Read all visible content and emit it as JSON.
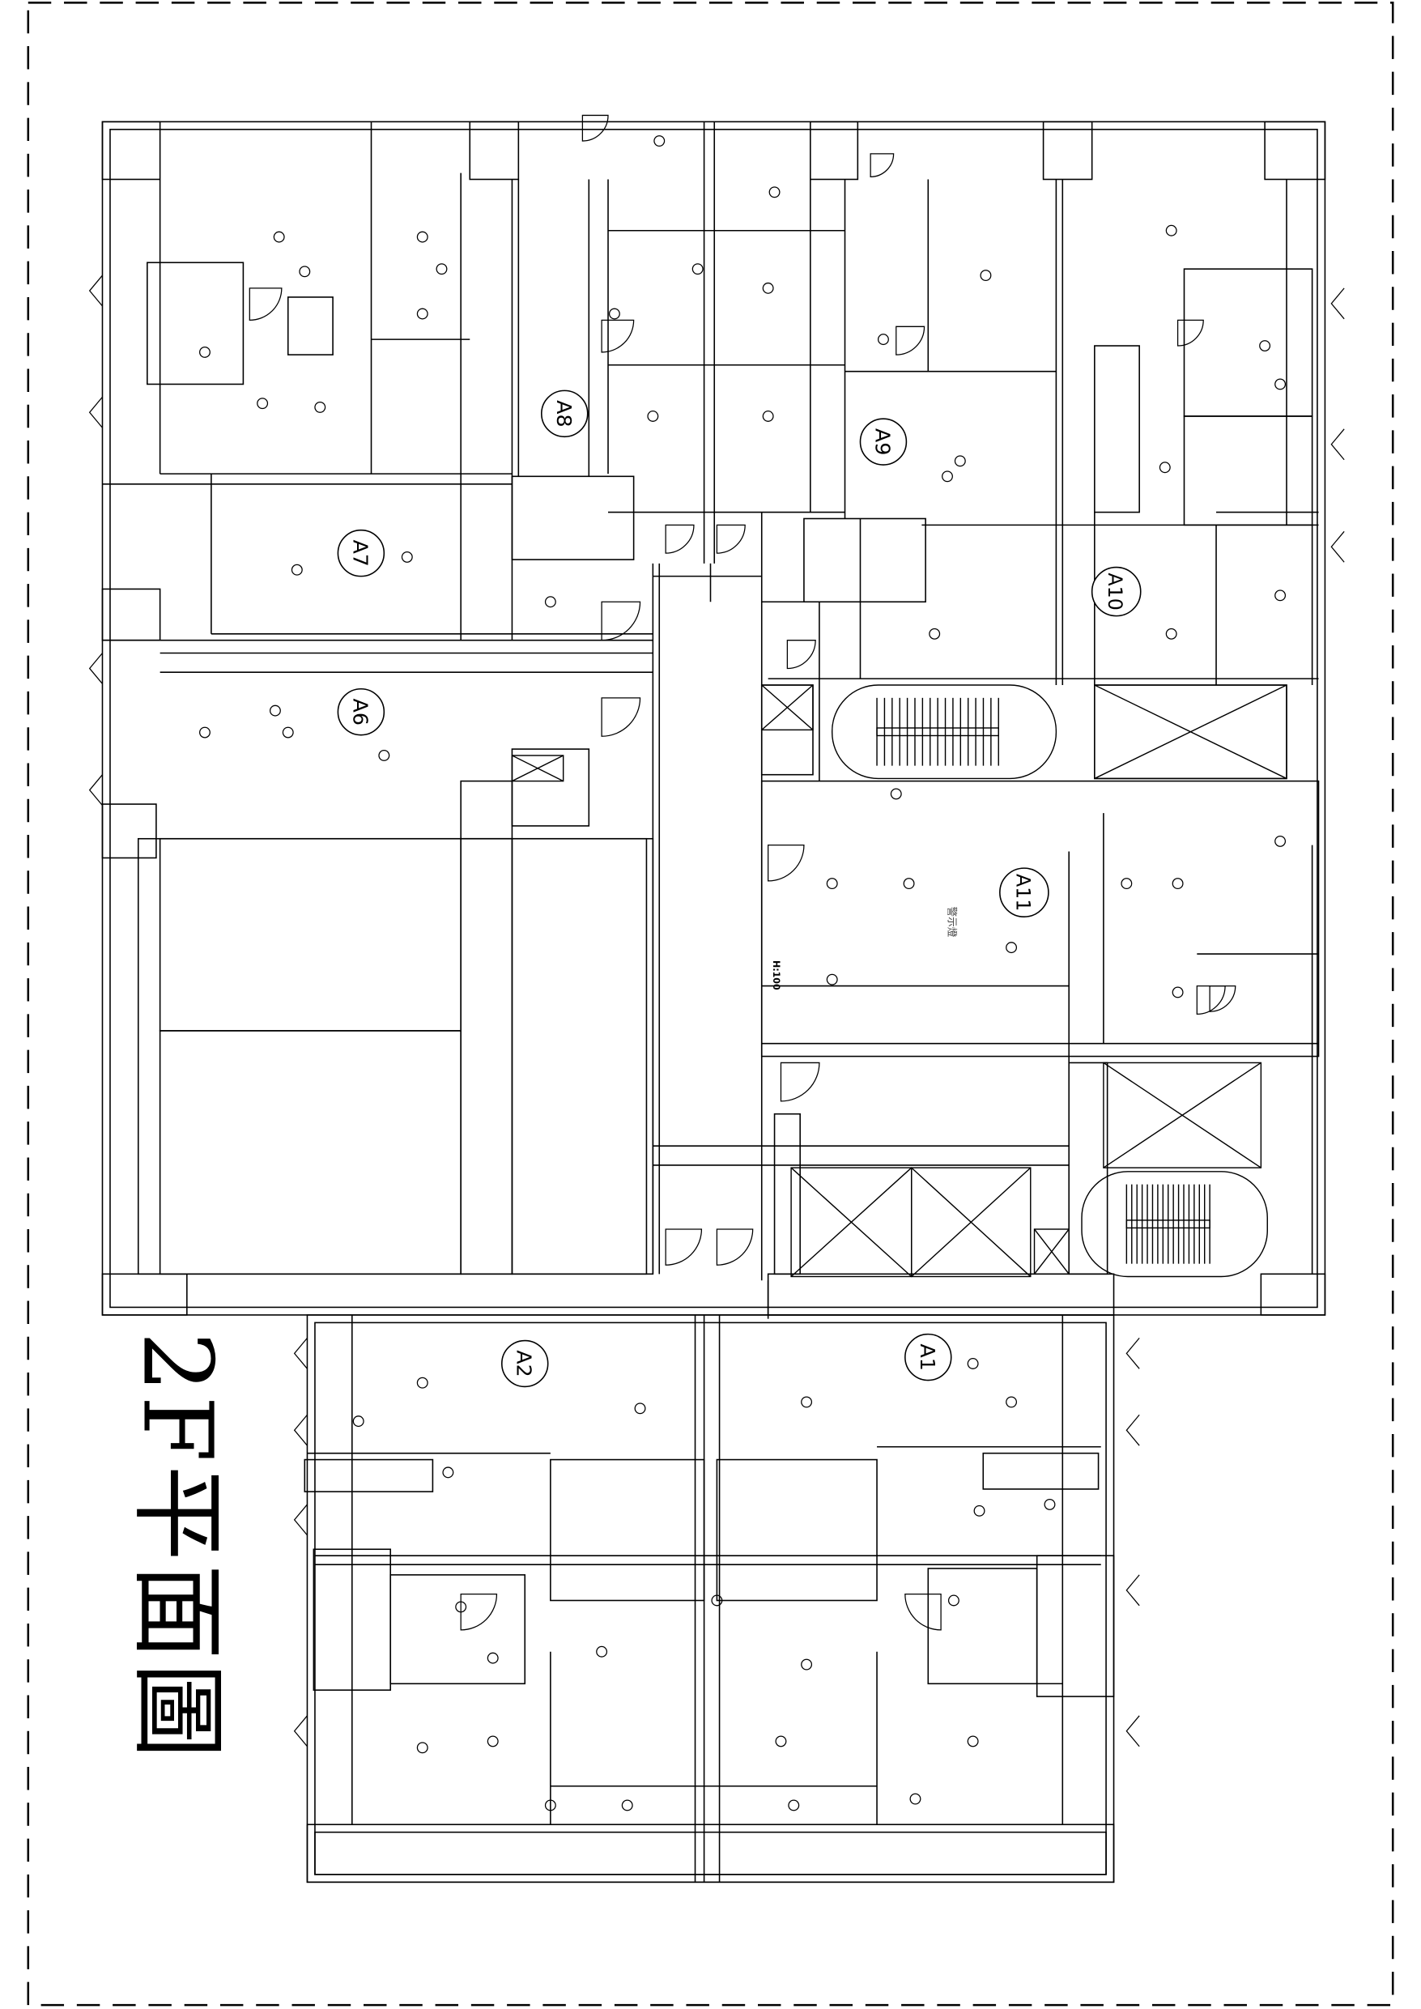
{
  "drawing": {
    "title": "2F平面圖",
    "units": [
      {
        "label": "A7"
      },
      {
        "label": "A6"
      },
      {
        "label": "A8"
      },
      {
        "label": "A9"
      },
      {
        "label": "A10"
      },
      {
        "label": "A11"
      },
      {
        "label": "A2"
      },
      {
        "label": "A1"
      }
    ],
    "annotations": {
      "warning_light": "警示燈",
      "height_note": "H:100"
    },
    "line_color": "#000000",
    "background": "#ffffff"
  }
}
